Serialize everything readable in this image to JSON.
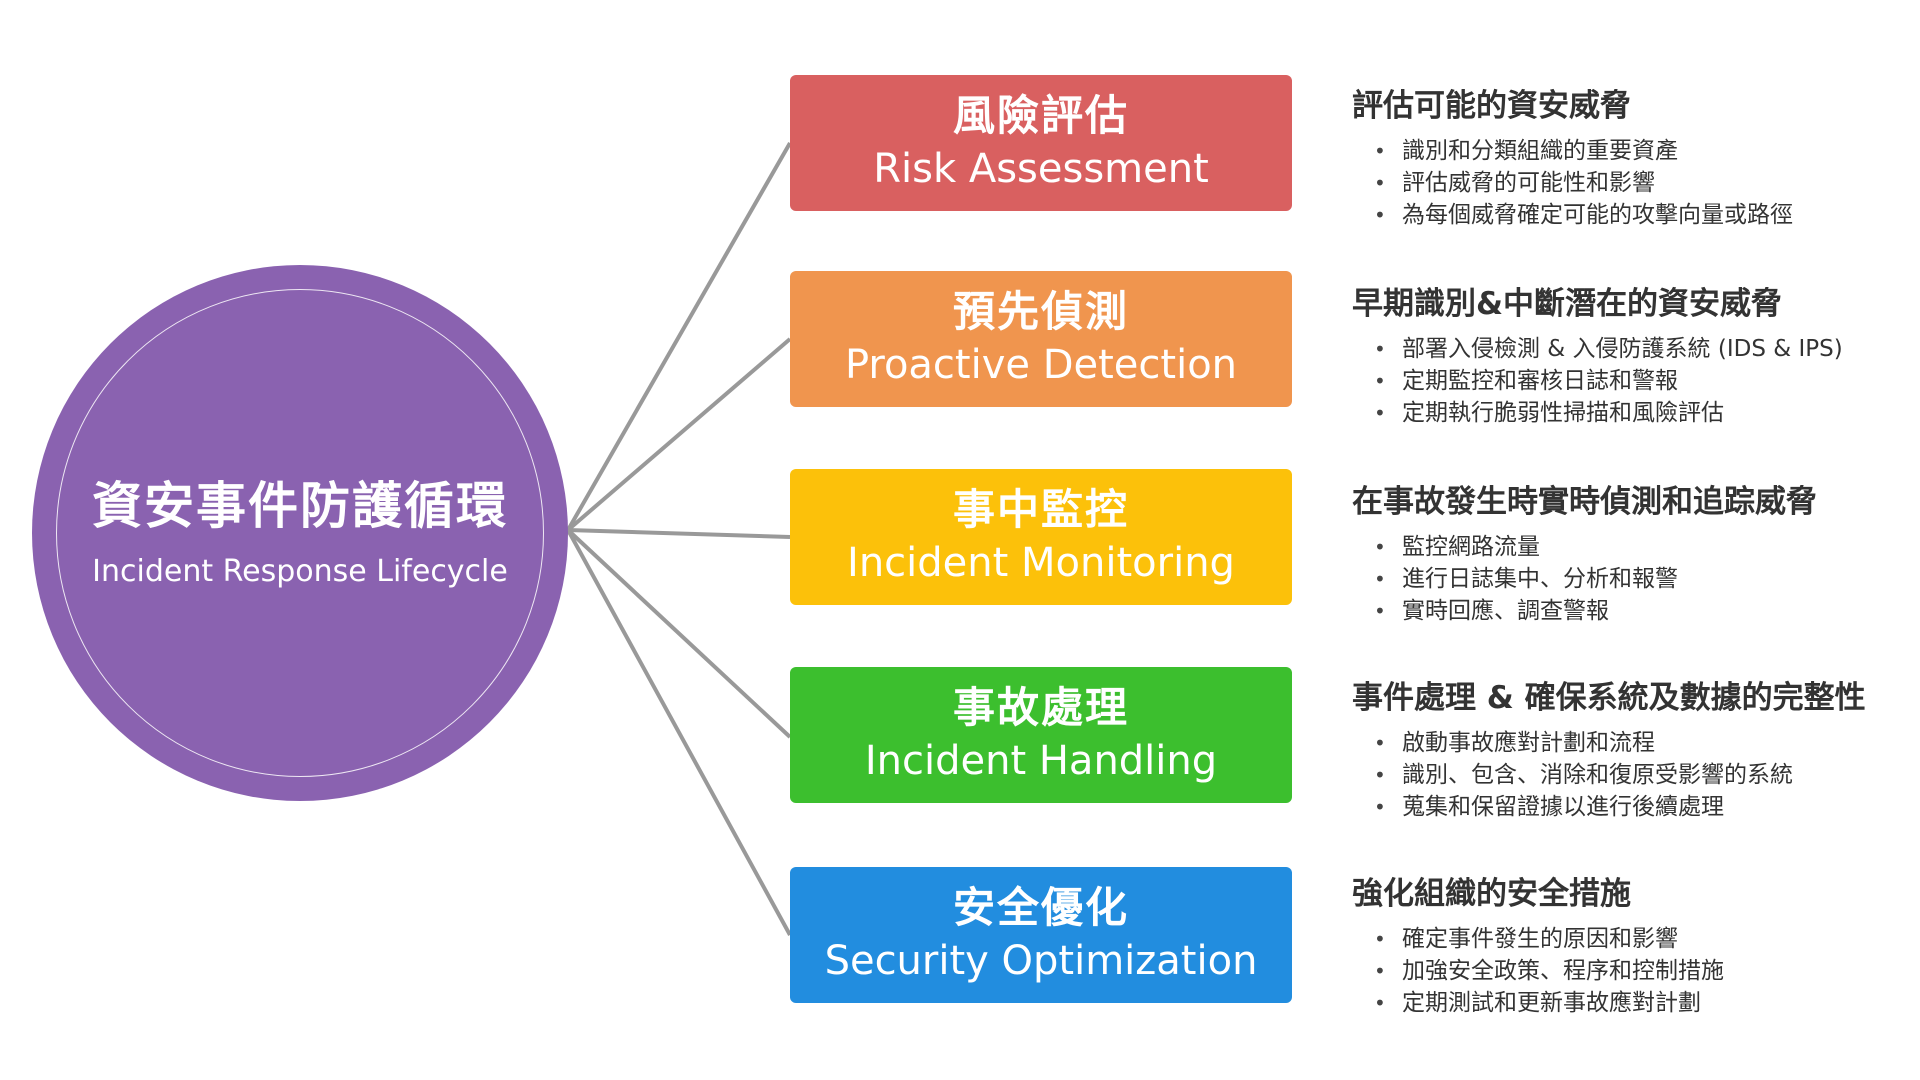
{
  "hub": {
    "title": "資安事件防護循環",
    "subtitle": "Incident Response Lifecycle",
    "color": "#8a62b0"
  },
  "connector_color": "#999999",
  "stages": [
    {
      "title_zh": "風險評估",
      "title_en": "Risk Assessment",
      "color": "#d96060",
      "heading": "評估可能的資安威脅",
      "bullets": [
        "識別和分類組織的重要資產",
        "評估威脅的可能性和影響",
        "為每個威脅確定可能的攻擊向量或路徑"
      ]
    },
    {
      "title_zh": "預先偵測",
      "title_en": "Proactive Detection",
      "color": "#f0954e",
      "heading": "早期識別&中斷潛在的資安威脅",
      "bullets": [
        "部署入侵檢測 & 入侵防護系統 (IDS & IPS)",
        "定期監控和審核日誌和警報",
        "定期執行脆弱性掃描和風險評估"
      ]
    },
    {
      "title_zh": "事中監控",
      "title_en": "Incident Monitoring",
      "color": "#fcc10a",
      "heading": "在事故發生時實時偵測和追踪威脅",
      "bullets": [
        "監控網路流量",
        "進行日誌集中、分析和報警",
        "實時回應、調查警報"
      ]
    },
    {
      "title_zh": "事故處理",
      "title_en": "Incident Handling",
      "color": "#3cbf2e",
      "heading": "事件處理 & 確保系統及數據的完整性",
      "bullets": [
        "啟動事故應對計劃和流程",
        "識別、包含、消除和復原受影響的系統",
        "蒐集和保留證據以進行後續處理"
      ]
    },
    {
      "title_zh": "安全優化",
      "title_en": "Security Optimization",
      "color": "#228ddf",
      "heading": "強化組織的安全措施",
      "bullets": [
        "確定事件發生的原因和影響",
        "加強安全政策、程序和控制措施",
        "定期測試和更新事故應對計劃"
      ]
    }
  ]
}
